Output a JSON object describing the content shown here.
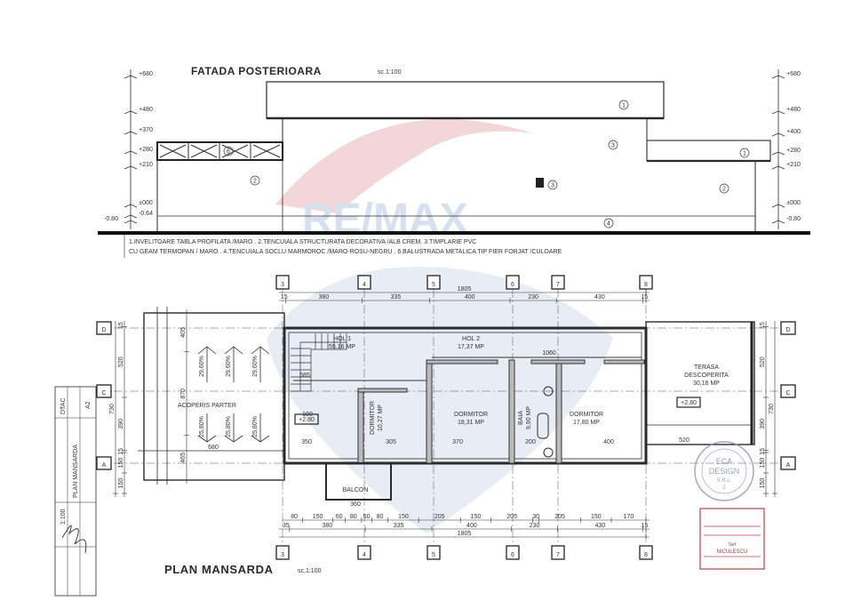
{
  "watermark": {
    "text": "RE/MAX",
    "colors": {
      "red": "#e8b4b8",
      "blue": "#c9d6ea"
    }
  },
  "elevation": {
    "title": "FATADA POSTERIOARA",
    "scale": "sc.1:100",
    "levels_left": [
      "+680",
      "+480",
      "+370",
      "+280",
      "+210",
      "±000",
      "-0.64",
      "-0.80"
    ],
    "levels_right": [
      "+680",
      "+480",
      "+400",
      "+280",
      "+210",
      "±000",
      "-0.80"
    ],
    "markers": [
      "1",
      "1",
      "2",
      "2",
      "3",
      "3",
      "4",
      "6"
    ],
    "notes_line1": "1.INVELITOARE TABLA PROFILATA /MARO . 2.TENCUIALA STRUCTURATA DECORATIVA /ALB CREM. 3.TIMPLARIE PVC",
    "notes_line2": "CU GEAM TERMOPAN / MARO . 4.TENCUIALA SOCLU MARMOROC /MARO-ROSU-NEGRU . 6.BALUSTRADA METALICA TIP FIER FORJAT /CULOARE"
  },
  "plan": {
    "title": "PLAN MANSARDA",
    "scale": "sc.1:100",
    "axes_x": [
      "3",
      "4",
      "5",
      "6",
      "7",
      "8"
    ],
    "axes_y": [
      "D",
      "C",
      "A"
    ],
    "total_width": "1805",
    "dims_top": [
      "15",
      "380",
      "335",
      "400",
      "230",
      "430",
      "15"
    ],
    "dims_bottom_detail": [
      "80",
      "150",
      "60",
      "80",
      "50",
      "80",
      "150",
      "205",
      "150",
      "205",
      "30",
      "205",
      "150",
      "170"
    ],
    "dims_bottom": [
      "35",
      "380",
      "335",
      "400",
      "230",
      "430",
      "15"
    ],
    "dims_left": [
      "15",
      "520",
      "390",
      "15",
      "150",
      "150"
    ],
    "dims_left_total": "730",
    "dims_roof": [
      "405",
      "870",
      "465"
    ],
    "dims_right": [
      "15",
      "520",
      "390",
      "15",
      "150",
      "150"
    ],
    "dims_right_total": "730",
    "rooms": [
      {
        "name": "HOL 1",
        "area": "55,16 MP"
      },
      {
        "name": "HOL 2",
        "area": "17,37 MP"
      },
      {
        "name": "DORMITOR",
        "area": "10,27 MP"
      },
      {
        "name": "DORMITOR",
        "area": "18,31 MP"
      },
      {
        "name": "BAIA",
        "area": "9,90 MP"
      },
      {
        "name": "DORMITOR",
        "area": "17,80 MP"
      },
      {
        "name": "TERASA DESCOPERITA",
        "area": "30,16 MP"
      },
      {
        "name": "BALCON",
        "area": ""
      }
    ],
    "roof_label": "ACOPERIS PARTER",
    "roof_slopes_top": [
      "29,60%",
      "29,60%",
      "29,60%"
    ],
    "roof_slopes_bottom": [
      "25,80%",
      "25,80%",
      "25,80%"
    ],
    "level_marks": [
      "+2.80",
      "+2.80"
    ],
    "inner_dims": [
      "685",
      "1060",
      "680",
      "520",
      "360",
      "350",
      "305",
      "370",
      "200",
      "400",
      "190"
    ]
  },
  "title_block": {
    "code": "DTAC",
    "scale": "1:100",
    "drawing": "PLAN MANSARDA",
    "sheet": "A2"
  },
  "stamps": {
    "round": {
      "line1": "ECA",
      "line2": "DESIGN",
      "line3": "S.R.L.",
      "line4": "2"
    },
    "box": {
      "line3": "Sef",
      "name": "NICULESCU"
    },
    "colors": {
      "round": "#8a94b8",
      "box": "#b0414a"
    }
  }
}
